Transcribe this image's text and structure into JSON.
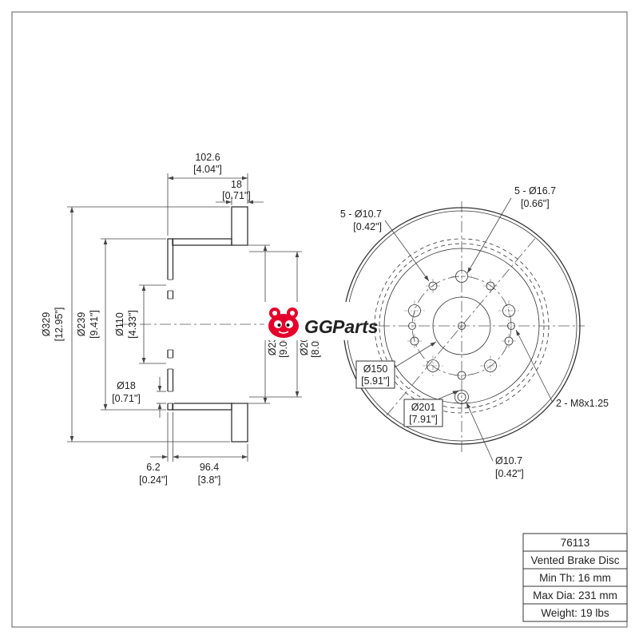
{
  "page": {
    "bg": "#ffffff",
    "line_color": "#333333"
  },
  "logo": {
    "text_gg": "GG",
    "text_parts": "Parts",
    "red": "#e4002b",
    "gray": "#54565a"
  },
  "title_block": {
    "rows": [
      "76113",
      "Vented Brake Disc",
      "Min Th: 16 mm",
      "Max Dia: 231 mm",
      "Weight: 19 lbs"
    ]
  },
  "section_view": {
    "dims": {
      "overall_width_mm": "102.6",
      "overall_width_in": "[4.04\"]",
      "disc_th_mm": "18",
      "disc_th_in": "[0.71\"]",
      "outer_dia_mm": "Ø329",
      "outer_dia_in": "[12.95\"]",
      "hat_dia_mm": "Ø239",
      "hat_dia_in": "[9.41\"]",
      "bolt_circle_mm": "Ø110",
      "bolt_circle_in": "[4.33\"]",
      "hole_mm": "Ø18",
      "hole_in": "[0.71\"]",
      "hat_th_mm": "6.2",
      "hat_th_in": "[0.24\"]",
      "depth_mm": "96.4",
      "depth_in": "[3.8\"]",
      "drum_dia_mm": "Ø230",
      "drum_dia_in": "[9.06\"]",
      "inner_dia_mm": "Ø204",
      "inner_dia_in": "[8.03\"]"
    }
  },
  "front_view": {
    "labels": {
      "stud_holes_l1": "5 - Ø16.7",
      "stud_holes_l2": "[0.66\"]",
      "small_holes_l1": "5 - Ø10.7",
      "small_holes_l2": "[0.42\"]",
      "dia150_l1": "Ø150",
      "dia150_l2": "[5.91\"]",
      "dia201_l1": "Ø201",
      "dia201_l2": "[7.91\"]",
      "thread": "2 - M8x1.25",
      "access_l1": "Ø10.7",
      "access_l2": "[0.42\"]"
    }
  }
}
